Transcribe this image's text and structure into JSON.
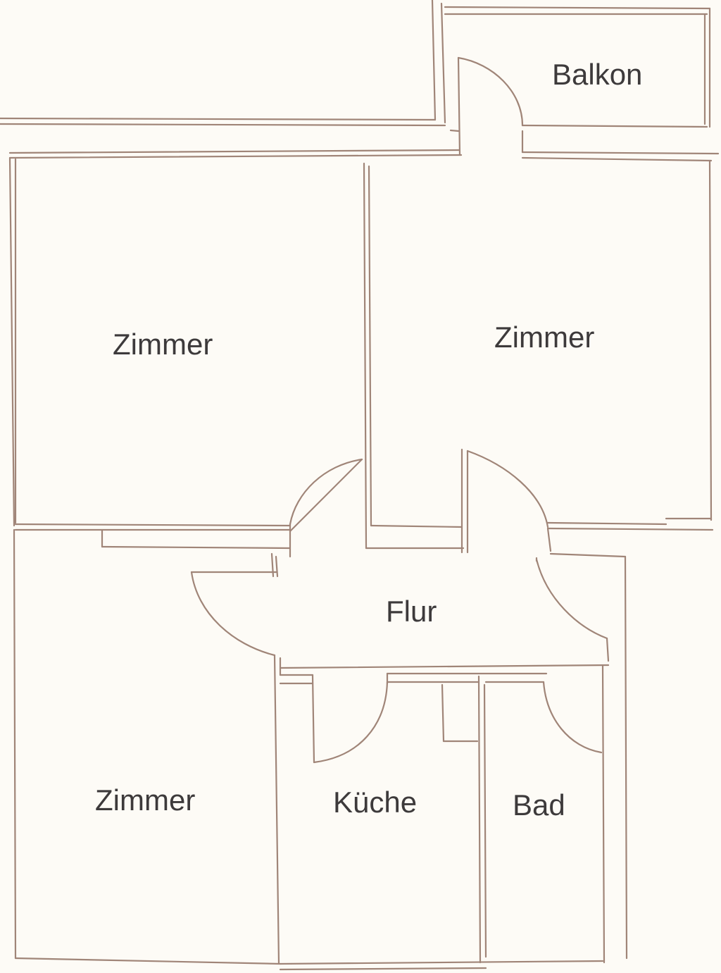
{
  "plan": {
    "line_color": "#a08578",
    "label_color": "#3d3a3b",
    "paper_color": "#fdfbf6",
    "rooms": [
      {
        "key": "balkon",
        "label": "Balkon"
      },
      {
        "key": "zimmer_left",
        "label": "Zimmer"
      },
      {
        "key": "zimmer_right",
        "label": "Zimmer"
      },
      {
        "key": "flur",
        "label": "Flur"
      },
      {
        "key": "zimmer_bottom",
        "label": "Zimmer"
      },
      {
        "key": "kueche",
        "label": "Küche"
      },
      {
        "key": "bad",
        "label": "Bad"
      }
    ]
  }
}
